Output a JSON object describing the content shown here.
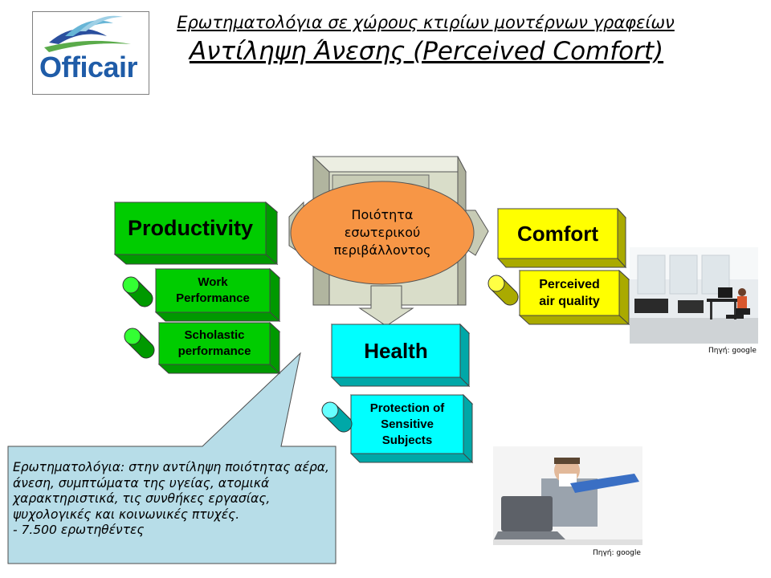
{
  "header": {
    "logo_text": "Officair",
    "subtitle": "Ερωτηματολόγια σε χώρους κτιρίων μοντέρνων γραφείων",
    "title": "Αντίληψη Άνεσης (Perceived Comfort)"
  },
  "diagram": {
    "center_oval": [
      "Ποιότητα",
      "εσωτερικού",
      "περιβάλλοντος"
    ],
    "productivity": {
      "label": "Productivity",
      "sub_items": [
        {
          "label": [
            "Work",
            "Performance"
          ]
        },
        {
          "label": [
            "Scholastic",
            "performance"
          ]
        }
      ]
    },
    "comfort": {
      "label": "Comfort",
      "sub_items": [
        {
          "label": [
            "Perceived",
            "air quality"
          ]
        }
      ]
    },
    "health": {
      "label": "Health",
      "sub_items": [
        {
          "label": [
            "Protection of",
            "Sensitive",
            "Subjects"
          ]
        }
      ]
    }
  },
  "callout": {
    "lines": [
      "Ερωτηματολόγια: στην αντίληψη ποιότητας αέρα,",
      "άνεση, συμπτώματα της υγείας, ατομικά",
      "χαρακτηριστικά, τις συνθήκες εργασίας,",
      "ψυχολογικές και κοινωνικές πτυχές.",
      "- 7.500 ερωτηθέντες"
    ]
  },
  "photos": [
    {
      "credit": "Πηγή: google"
    },
    {
      "credit": "Πηγή: google"
    }
  ],
  "colors": {
    "green_front": "#00cc00",
    "green_top": "#33ff33",
    "green_side": "#009900",
    "yellow_front": "#ffff00",
    "yellow_side": "#aaaa00",
    "cyan_front": "#00ffff",
    "cyan_side": "#00a8a8",
    "oval": "#f79646",
    "gray_box": "#d9ddc9",
    "callout": "#b7dde8"
  }
}
